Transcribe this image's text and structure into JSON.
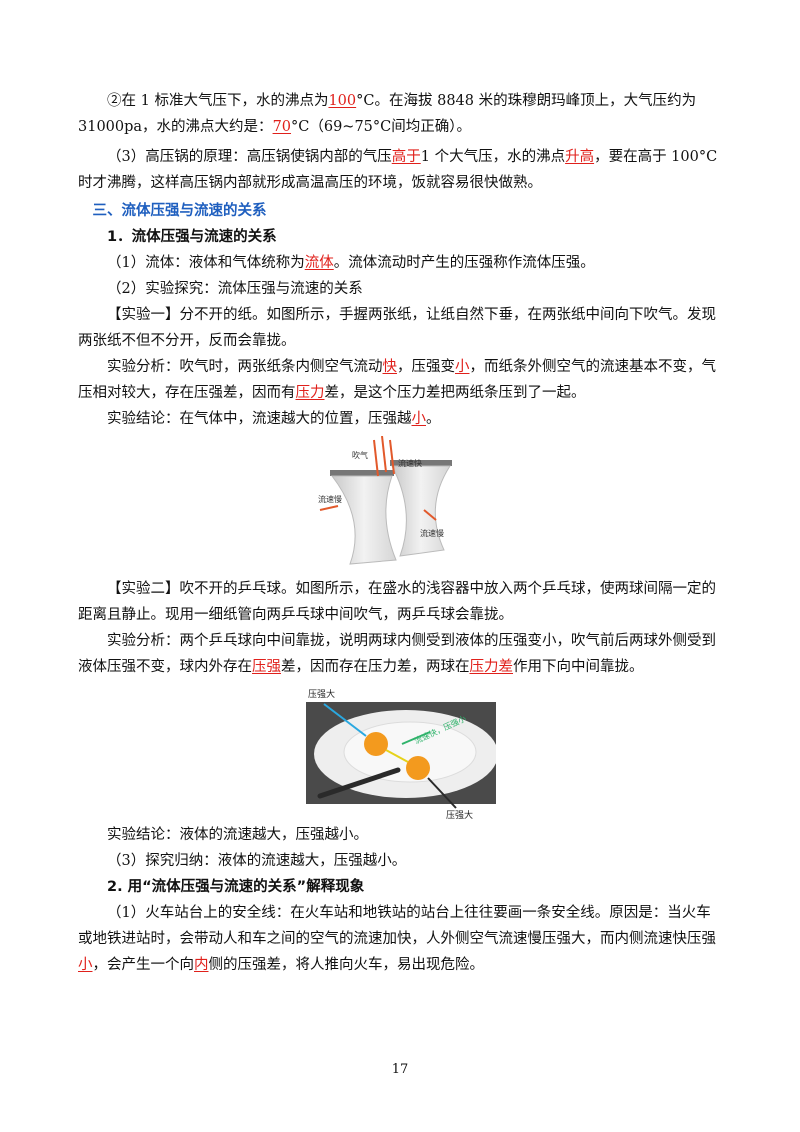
{
  "page_number": "17",
  "p_boil": {
    "a": "②在 1 标准大气压下，水的沸点为",
    "b": "100",
    "c": "°C。在海拔 8848 米的珠穆朗玛峰顶上，大气压约为 31000pa，水的沸点大约是：",
    "d": "70",
    "e": "°C（69~75°C间均正确）。"
  },
  "p_cooker": {
    "a": "（3）高压锅的原理：高压锅使锅内部的气压",
    "b": "高于",
    "c": "1 个大气压，水的沸点",
    "d": "升高",
    "e": "，要在高于 100°C时才沸腾，这样高压锅内部就形成高温高压的环境，饭就容易很快做熟。"
  },
  "section3_title": "三、流体压强与流速的关系",
  "sub1_title": "1．流体压强与流速的关系",
  "p_fluid": {
    "a": "（1）流体：液体和气体统称为",
    "b": "流体",
    "c": "。流体流动时产生的压强称作流体压强。"
  },
  "p_explore": "（2）实验探究：流体压强与流速的关系",
  "p_exp1": "【实验一】分不开的纸。如图所示，手握两张纸，让纸自然下垂，在两张纸中间向下吹气。发现两张纸不但不分开，反而会靠拢。",
  "p_exp1_analysis": {
    "a": "实验分析：吹气时，两张纸条内侧空气流动",
    "b": "快",
    "c": "，压强变",
    "d": "小",
    "e": "，而纸条外侧空气的流速基本不变，气压相对较大，存在压强差，因而有",
    "f": "压力",
    "g": "差，是这个压力差把两纸条压到了一起。"
  },
  "p_exp1_conclusion": {
    "a": "实验结论：在气体中，流速越大的位置，压强越",
    "b": "小",
    "c": "。"
  },
  "fig1": {
    "blow": "吹气",
    "fast": "流速快",
    "slow_left": "流速慢",
    "slow_right": "流速慢"
  },
  "p_exp2": "【实验二】吹不开的乒乓球。如图所示，在盛水的浅容器中放入两个乒乓球，使两球间隔一定的距离且静止。现用一细纸管向两乒乓球中间吹气，两乒乓球会靠拢。",
  "p_exp2_analysis": {
    "a": "实验分析：两个乒乓球向中间靠拢，说明两球内侧受到液体的压强变小，吹气前后两球外侧受到液体压强不变，球内外存在",
    "b": "压强",
    "c": "差，因而存在压力差，两球在",
    "d": "压力差",
    "e": "作用下向中间靠拢。"
  },
  "fig2": {
    "pressure_top": "压强大",
    "pressure_bottom": "压强大",
    "middle": "流速快，压强小"
  },
  "p_exp2_conclusion": "实验结论：液体的流速越大，压强越小。",
  "p_summary": "（3）探究归纳：液体的流速越大，压强越小。",
  "sub2_title": "2. 用“流体压强与流速的关系”解释现象",
  "p_safety": {
    "a": "（1）火车站台上的安全线：在火车站和地铁站的站台上往往要画一条安全线。原因是：当火车或地铁进站时，会带动人和车之间的空气的流速加快，人外侧空气流速慢压强大，而内侧流速快压强",
    "b": "小",
    "c": "，会产生一个向",
    "d": "内",
    "e": "侧的压强差，将人推向火车，易出现危险。"
  }
}
